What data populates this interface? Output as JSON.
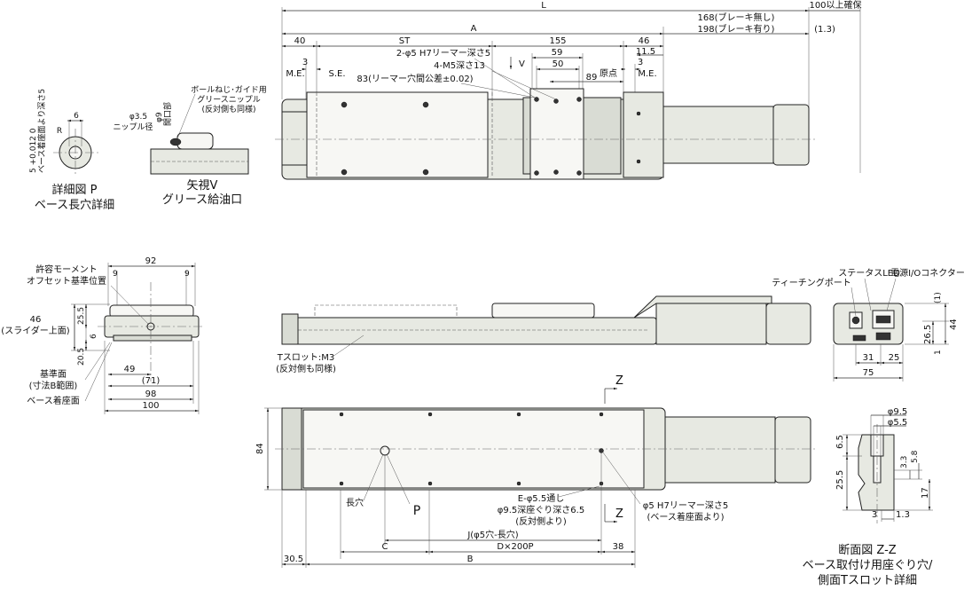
{
  "top_view": {
    "dim_L": "L",
    "dim_100": "100以上確保",
    "dim_A": "A",
    "dim_168": "168(ブレーキ無し)",
    "dim_198": "198(ブレーキ有り)",
    "dim_1_3": "(1.3)",
    "dim_40": "40",
    "dim_ST": "ST",
    "dim_155": "155",
    "dim_46": "46",
    "dim_11_5": "11.5",
    "dim_59": "59",
    "dim_50": "50",
    "dim_89": "89",
    "dim_3a": "3",
    "dim_3b": "3",
    "label_me_left": "M.E.",
    "label_se": "S.E.",
    "label_me_right": "M.E.",
    "label_origin": "原点",
    "label_reamer": "2-φ5 H7リーマー深さ5",
    "label_tap": "4-M5深さ13",
    "label_pitch": "83(リーマー穴間公差±0.02)",
    "label_v": "V"
  },
  "detail_p": {
    "tol": "5 +0.012 0",
    "depth": "ベース着座面より深さ5",
    "w6": "6",
    "r": "R",
    "title1": "詳細図 P",
    "title2": "ベース長穴詳細"
  },
  "view_v": {
    "nipple_note1": "ボールねじ･ガイド用",
    "nipple_note2": "グリースニップル",
    "nipple_note3": "(反対側も同様)",
    "d35": "φ3.5",
    "nipple_dia": "ニップル径",
    "d9": "φ9",
    "opening": "開口部",
    "title1": "矢視V",
    "title2": "グリース給油口"
  },
  "end_view": {
    "moment1": "許容モーメント",
    "moment2": "オフセット基準位置",
    "w92": "92",
    "w9a": "9",
    "w9b": "9",
    "h46": "46",
    "h46_note": "(スライダー上面)",
    "h25_5": "25.5",
    "h6": "6",
    "h20_5": "20.5",
    "w49": "49",
    "w71": "(71)",
    "w98": "98",
    "w100": "100",
    "ref1": "基準面",
    "ref2": "(寸法B範囲)",
    "base_seat": "ベース着座面"
  },
  "side_view": {
    "tslot1": "Tスロット:M3",
    "tslot2": "(反対側も同様)"
  },
  "motor_end": {
    "status_led": "ステータスLED",
    "teaching_port": "ティーチングポート",
    "power_connector": "電源I/Oコネクター",
    "d1": "(1)",
    "h44": "44",
    "h26_5": "26.5",
    "h1": "1",
    "w31": "31",
    "w25": "25",
    "w75": "75"
  },
  "bottom_view": {
    "z_top": "Z",
    "z_bottom": "Z",
    "h84": "84",
    "slot": "長穴",
    "p": "P",
    "hole_e1": "E-φ5.5通し",
    "hole_e2": "φ9.5深座ぐり深さ6.5",
    "hole_e3": "(反対側より)",
    "reamer1": "φ5 H7リーマー深さ5",
    "reamer2": "(ベース着座面より)",
    "dim_J": "J(φ5穴-長穴)",
    "dim_C": "C",
    "dim_D": "D×200P",
    "dim_38": "38",
    "dim_30_5": "30.5",
    "dim_B": "B"
  },
  "section_zz": {
    "d9_5": "φ9.5",
    "d5_5": "φ5.5",
    "h6_5": "6.5",
    "h25_5": "25.5",
    "h3_3": "3.3",
    "h5_8": "5.8",
    "h17": "17",
    "w3": "3",
    "w1_3": "1.3",
    "title1": "断面図 Z-Z",
    "title2": "ベース取付け用座ぐり穴/",
    "title3": "側面Tスロット詳細"
  }
}
